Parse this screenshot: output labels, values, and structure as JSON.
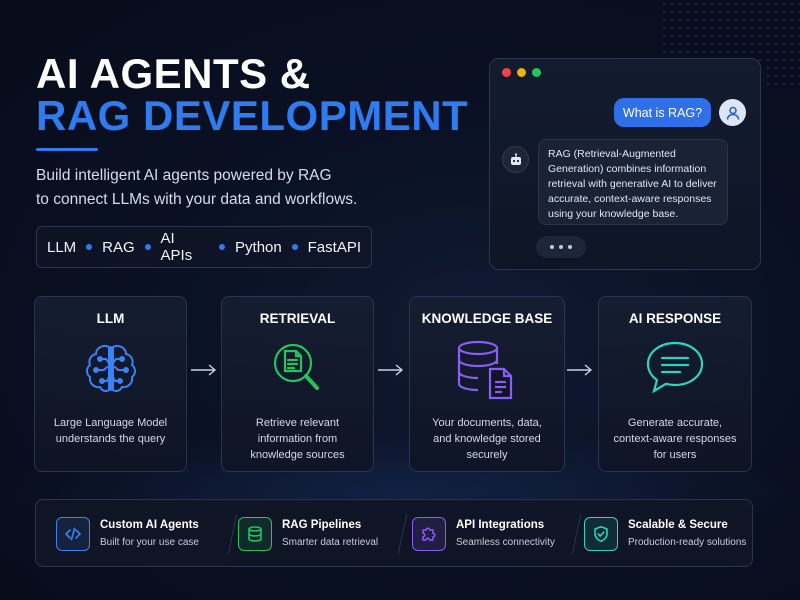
{
  "hero": {
    "title_line1": "AI AGENTS &",
    "title_line2": "RAG DEVELOPMENT",
    "subtitle_line1": "Build intelligent AI agents powered by RAG",
    "subtitle_line2": "to connect LLMs with your data and workflows."
  },
  "tags": [
    "LLM",
    "RAG",
    "AI APIs",
    "Python",
    "FastAPI"
  ],
  "chat": {
    "question": "What is RAG?",
    "answer": "RAG (Retrieval-Augmented Generation) combines information retrieval with generative AI to deliver accurate, context-aware responses using your knowledge base."
  },
  "pipeline": [
    {
      "title": "LLM",
      "icon": "brain-icon",
      "desc_line1": "Large Language Model",
      "desc_line2": "understands the query",
      "desc_line3": ""
    },
    {
      "title": "RETRIEVAL",
      "icon": "document-search-icon",
      "desc_line1": "Retrieve relevant",
      "desc_line2": "information from",
      "desc_line3": "knowledge sources"
    },
    {
      "title": "KNOWLEDGE BASE",
      "icon": "database-icon",
      "desc_line1": "Your documents, data,",
      "desc_line2": "and knowledge stored",
      "desc_line3": "securely"
    },
    {
      "title": "AI RESPONSE",
      "icon": "chat-bubble-icon",
      "desc_line1": "Generate accurate,",
      "desc_line2": "context-aware responses",
      "desc_line3": "for users"
    }
  ],
  "features": [
    {
      "title": "Custom AI Agents",
      "sub": "Built for your use case",
      "icon": "code-icon",
      "color": "#3b82f6"
    },
    {
      "title": "RAG Pipelines",
      "sub": "Smarter data retrieval",
      "icon": "database-icon",
      "color": "#22c55e"
    },
    {
      "title": "API Integrations",
      "sub": "Seamless connectivity",
      "icon": "puzzle-icon",
      "color": "#8b5cf6"
    },
    {
      "title": "Scalable & Secure",
      "sub": "Production-ready solutions",
      "icon": "shield-check-icon",
      "color": "#2dd4bf"
    }
  ],
  "colors": {
    "accent": "#2f7bf0",
    "llm": "#3b82f6",
    "retrieval": "#22c55e",
    "knowledge": "#8b5cf6",
    "response": "#2dd4bf"
  }
}
